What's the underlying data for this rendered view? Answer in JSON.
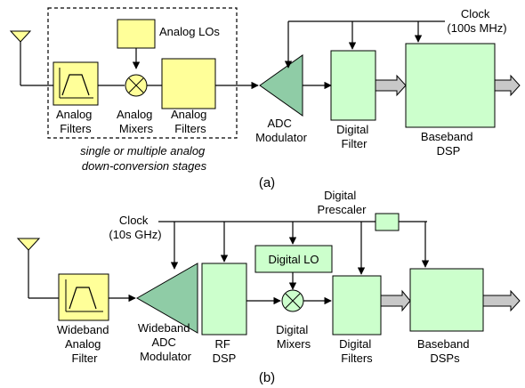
{
  "part_a": {
    "caption": "(a)",
    "analog_los": "Analog LOs",
    "analog_filters_1": [
      "Analog",
      "Filters"
    ],
    "analog_mixers": [
      "Analog",
      "Mixers"
    ],
    "analog_filters_2": [
      "Analog",
      "Filters"
    ],
    "stage_note": [
      "single or multiple analog",
      "down-conversion stages"
    ],
    "adc": [
      "ADC",
      "Modulator"
    ],
    "digital_filter": [
      "Digital",
      "Filter"
    ],
    "baseband": [
      "Baseband",
      "DSP"
    ],
    "clock": [
      "Clock",
      "(100s MHz)"
    ]
  },
  "part_b": {
    "caption": "(b)",
    "clock": [
      "Clock",
      "(10s GHz)"
    ],
    "digital_prescaler": [
      "Digital",
      "Prescaler"
    ],
    "wideband_filter": [
      "Wideband",
      "Analog",
      "Filter"
    ],
    "adc": [
      "Wideband",
      "ADC",
      "Modulator"
    ],
    "rf_dsp": [
      "RF",
      "DSP"
    ],
    "digital_lo": "Digital LO",
    "digital_mixers": [
      "Digital",
      "Mixers"
    ],
    "digital_filters": [
      "Digital",
      "Filters"
    ],
    "baseband": [
      "Baseband",
      "DSPs"
    ]
  }
}
